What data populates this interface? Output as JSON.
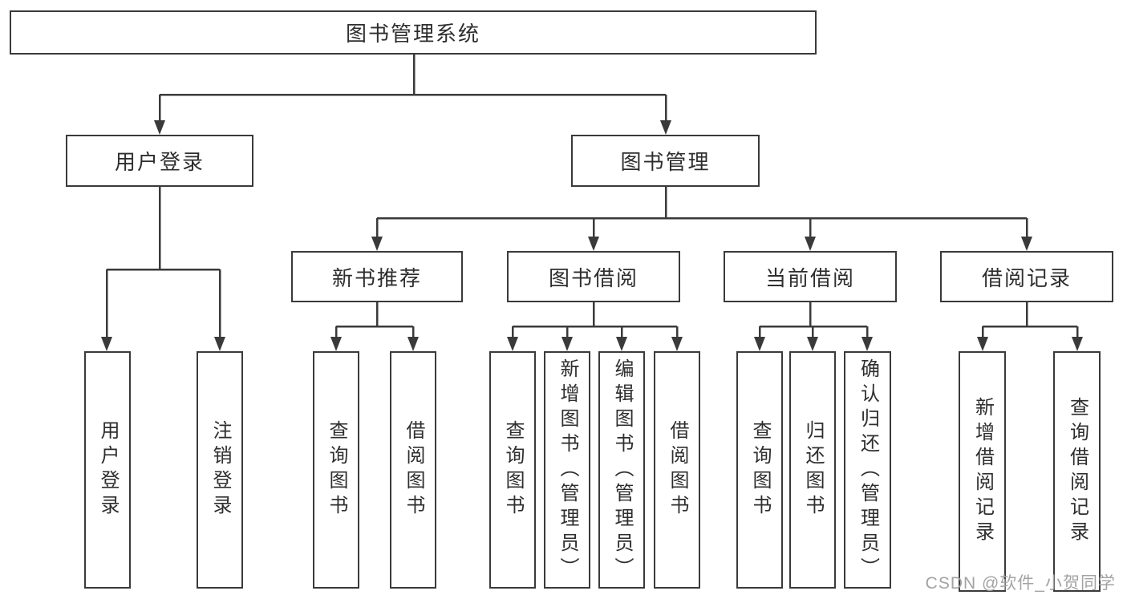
{
  "diagram": {
    "root": {
      "label": "图书管理系统"
    },
    "level2": [
      {
        "label": "用户登录"
      },
      {
        "label": "图书管理"
      }
    ],
    "level3": [
      {
        "label": "新书推荐"
      },
      {
        "label": "图书借阅"
      },
      {
        "label": "当前借阅"
      },
      {
        "label": "借阅记录"
      }
    ],
    "leaves": {
      "userLogin": [
        "用户登录",
        "注销登录"
      ],
      "newBook": [
        "查询图书",
        "借阅图书"
      ],
      "bookBorrow": [
        "查询图书",
        "新增图书（管理员）",
        "编辑图书（管理员）",
        "借阅图书"
      ],
      "currentBorrow": [
        "查询图书",
        "归还图书",
        "确认归还（管理员）"
      ],
      "borrowRecords": [
        "新增借阅记录",
        "查询借阅记录"
      ]
    },
    "watermark": "CSDN @软件_小贺同学",
    "colors": {
      "line": "#3a3a3a",
      "text": "#2e2e2e",
      "background": "#ffffff",
      "watermark": "#a3a3a3"
    }
  }
}
